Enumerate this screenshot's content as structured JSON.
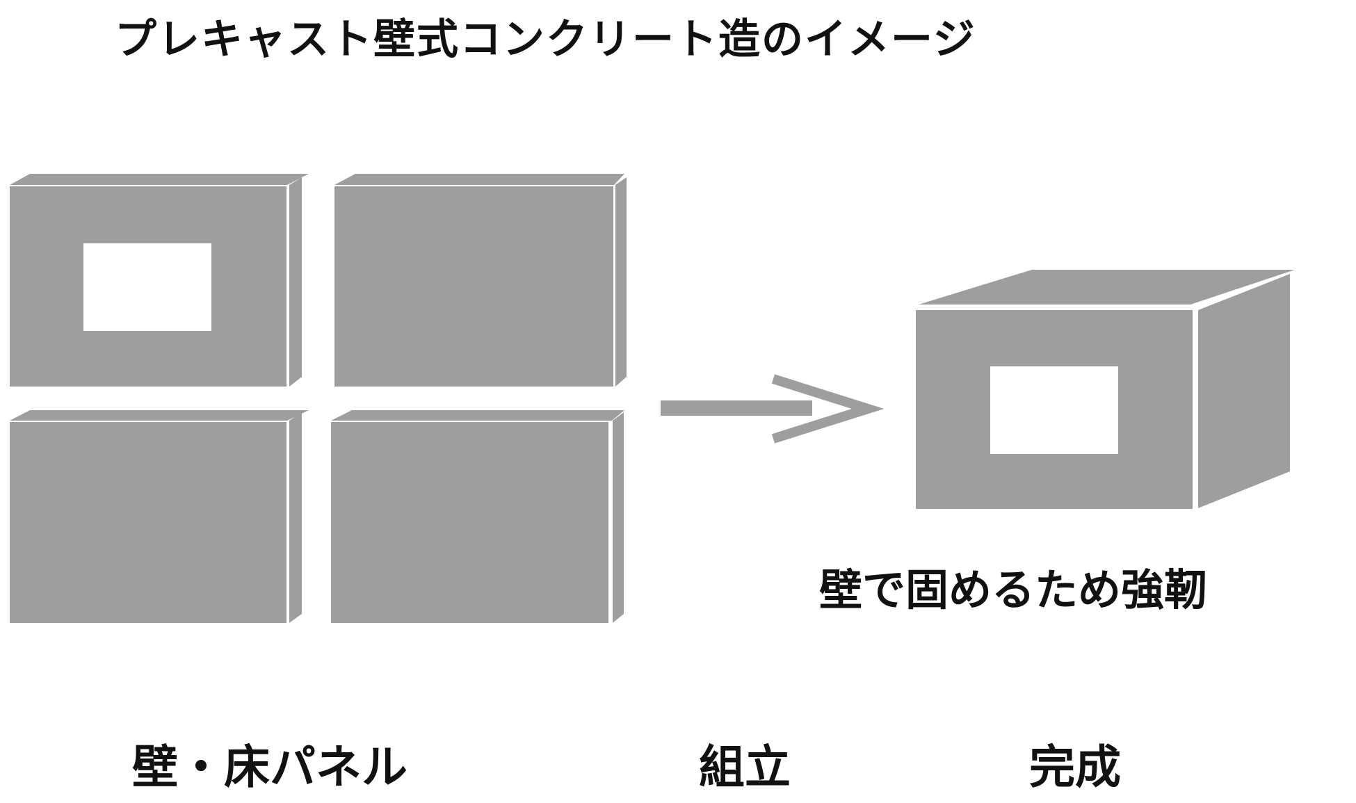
{
  "title": "プレキャスト壁式コンクリート造のイメージ",
  "labels": {
    "panels": "壁・床パネル",
    "assembly": "組立",
    "complete": "完成"
  },
  "annotation": "壁で固めるため強靭",
  "colors": {
    "panel": "#9e9e9e",
    "opening": "#ffffff",
    "text": "#111111"
  }
}
